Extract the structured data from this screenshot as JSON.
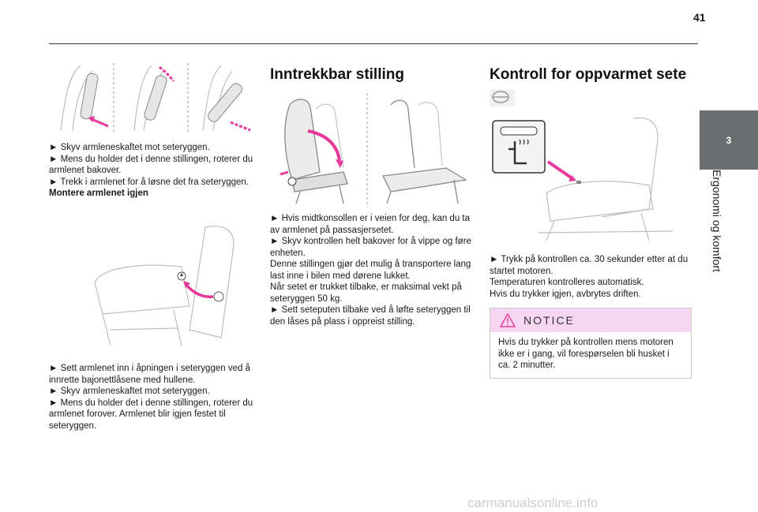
{
  "page_number": "41",
  "chapter": {
    "number": "3",
    "title": "Ergonomi og komfort"
  },
  "left": {
    "text1": [
      "► Skyv armleneskaftet mot seteryggen.",
      "► Mens du holder det i denne stillingen, roterer du armlenet bakover.",
      "► Trekk i armlenet for å løsne det fra seteryggen."
    ],
    "subheading": "Montere armlenet igjen",
    "text2": [
      "► Sett armlenet inn i åpningen i seteryggen ved å innrette bajonettlåsene med hullene.",
      "► Skyv armleneskaftet mot seteryggen.",
      "► Mens du holder det i denne stillingen, roterer du armlenet forover. Armlenet blir igjen festet til seteryggen."
    ]
  },
  "middle": {
    "heading": "Inntrekkbar stilling",
    "text": [
      "► Hvis midtkonsollen er i veien for deg, kan du ta av armlenet på passasjersetet.",
      "► Skyv kontrollen helt bakover for å vippe og føre enheten.",
      "Denne stillingen gjør det mulig å transportere lang last inne i bilen med dørene lukket.",
      "Når setet er trukket tilbake, er maksimal vekt på seteryggen 50 kg.",
      "► Sett seteputen tilbake ved å løfte seteryggen til den låses på plass i oppreist stilling."
    ]
  },
  "right": {
    "heading": "Kontroll for oppvarmet sete",
    "text": [
      "► Trykk på kontrollen ca. 30 sekunder etter at du startet motoren.",
      "Temperaturen kontrolleres automatisk.",
      "Hvis du trykker igjen, avbrytes driften."
    ],
    "notice_label": "NOTICE",
    "notice_text": "Hvis du trykker på kontrollen mens motoren ikke er i gang, vil forespørselen bli husket i ca. 2 minutter."
  },
  "watermark": "carmanualsonline.info",
  "colors": {
    "accent": "#e8389a",
    "tab": "#6b6e6e",
    "notice_bg": "#f6d6f1"
  }
}
